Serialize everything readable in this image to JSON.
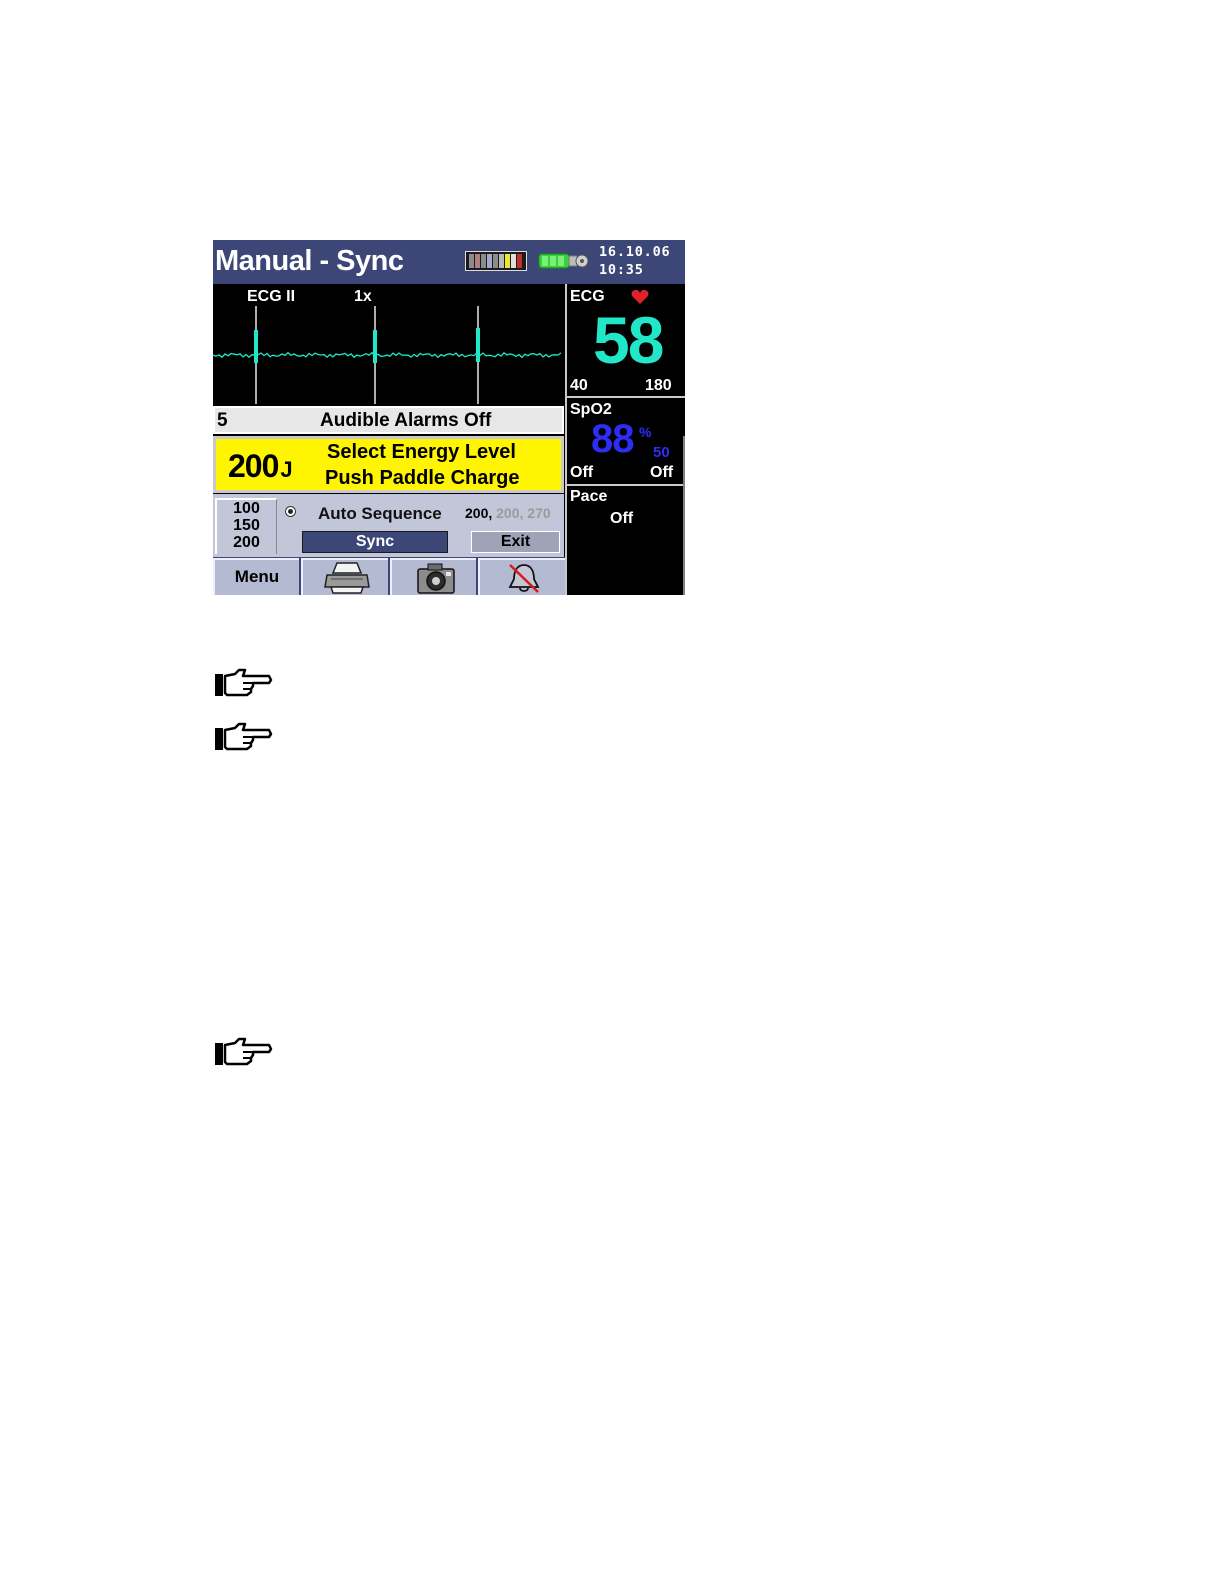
{
  "screen": {
    "mode_title": "Manual - Sync",
    "date": "16.10.06",
    "time": "10:35",
    "ecg": {
      "lead": "ECG II",
      "gain": "1x",
      "waveform_color": "#22e6c8"
    },
    "alarm_bar": {
      "number": "5",
      "message": "Audible Alarms Off"
    },
    "energy": {
      "value": "200",
      "unit": "J",
      "message_line1": "Select Energy Level",
      "message_line2": "Push Paddle Charge"
    },
    "energy_options": [
      "100",
      "150",
      "200"
    ],
    "auto_sequence": {
      "label": "Auto Sequence",
      "first": "200",
      "separator": ", ",
      "rest": "200, 270"
    },
    "buttons": {
      "sync": "Sync",
      "exit": "Exit"
    },
    "softkeys": {
      "menu": "Menu",
      "print_icon": "printer-icon",
      "camera_icon": "camera-icon",
      "alarm_icon": "alarm-silence-icon"
    },
    "parameters": {
      "ecg": {
        "label": "ECG",
        "value": "58",
        "low_limit": "40",
        "high_limit": "180",
        "color": "#22e6c8"
      },
      "spo2": {
        "label": "SpO2",
        "value": "88",
        "unit": "%",
        "limit": "50",
        "low_alarm": "Off",
        "high_alarm": "Off",
        "color": "#2d2df7"
      },
      "pace": {
        "label": "Pace",
        "status": "Off"
      }
    },
    "colors": {
      "title_bar": "#3c4778",
      "energy_box": "#fff500",
      "panel": "#c2c6d9"
    }
  },
  "notes": [
    {
      "icon": "pointing-hand-icon"
    },
    {
      "icon": "pointing-hand-icon"
    },
    {
      "icon": "pointing-hand-icon"
    }
  ]
}
